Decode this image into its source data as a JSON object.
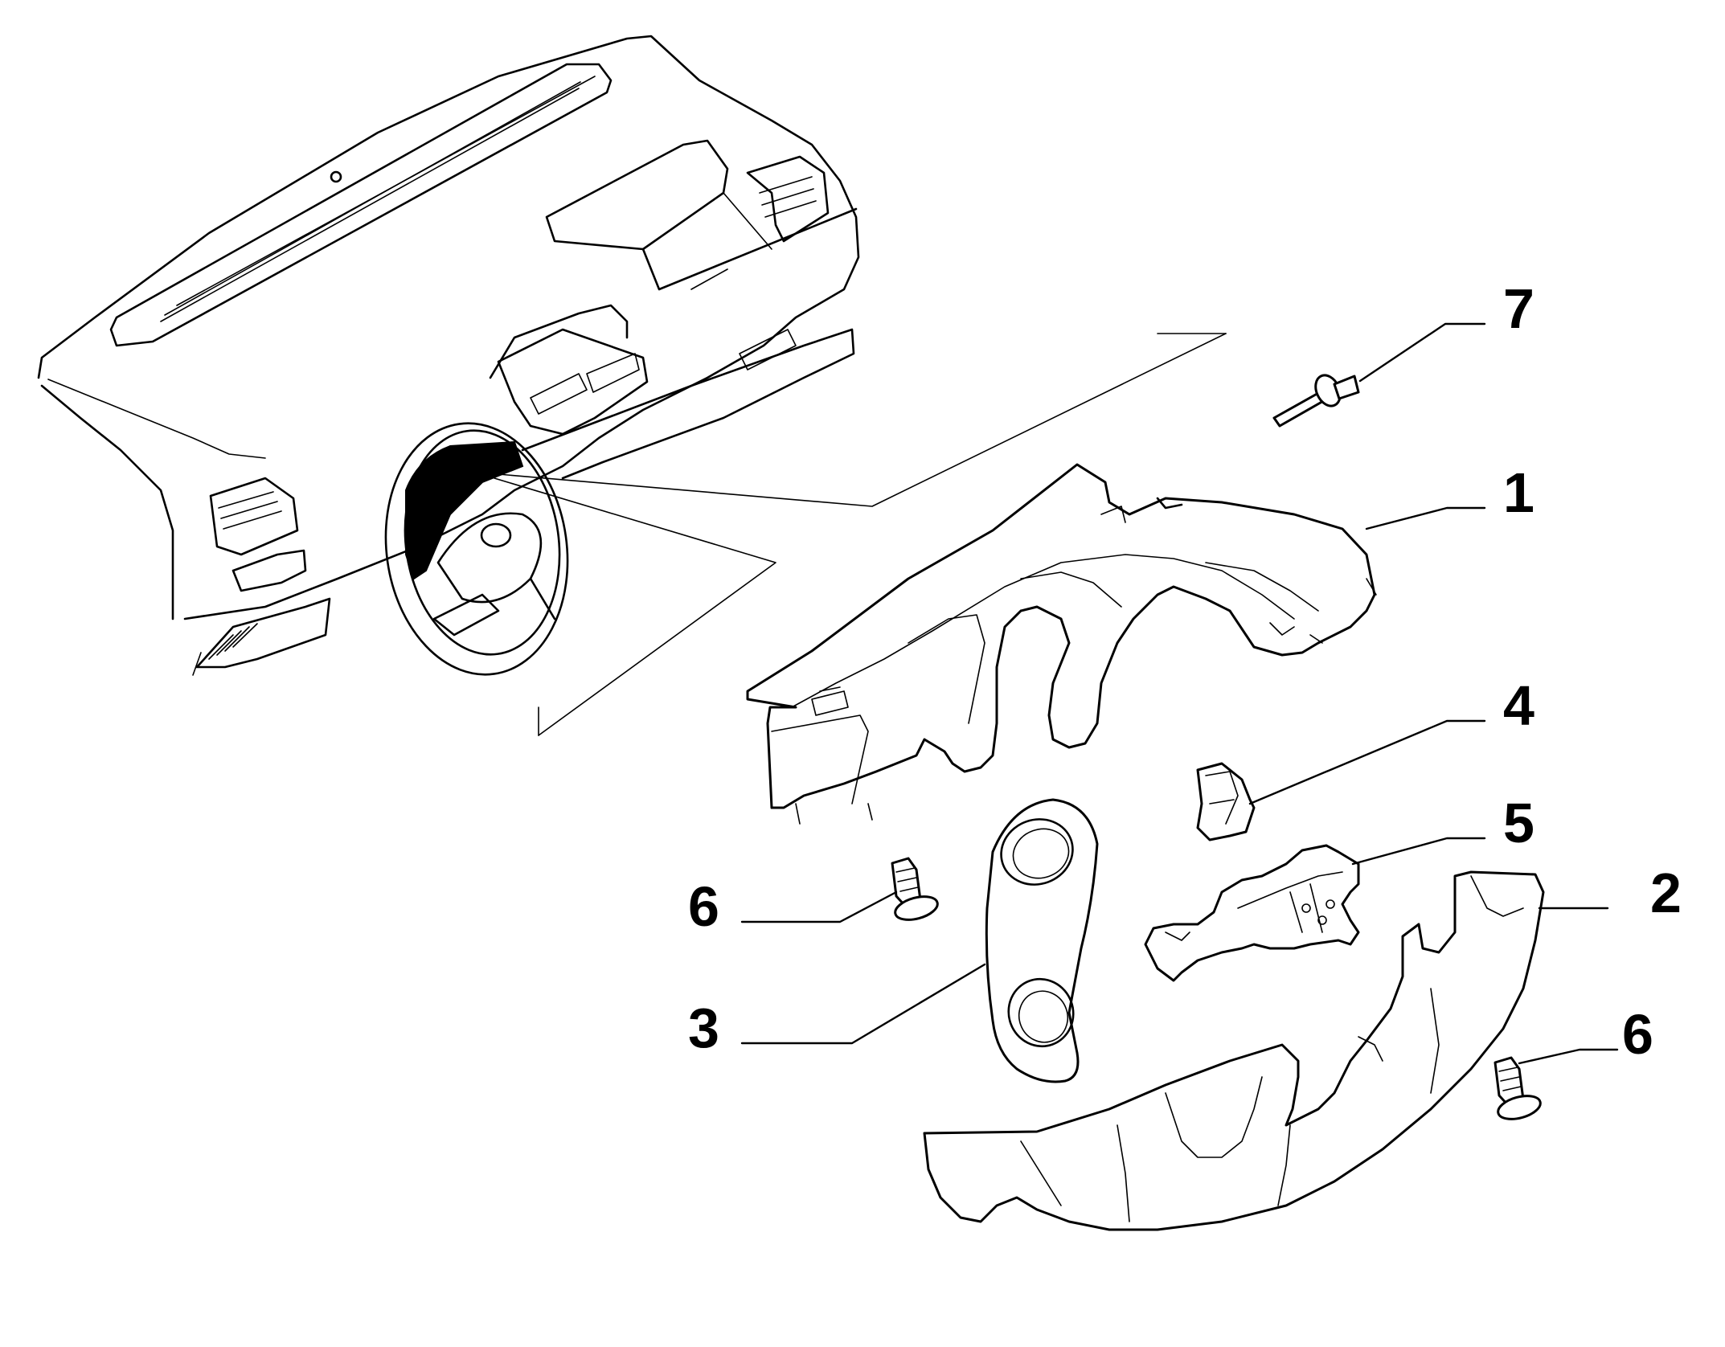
{
  "callouts": [
    {
      "id": "7",
      "label": "7"
    },
    {
      "id": "1",
      "label": "1"
    },
    {
      "id": "4",
      "label": "4"
    },
    {
      "id": "5",
      "label": "5"
    },
    {
      "id": "2",
      "label": "2"
    },
    {
      "id": "6a",
      "label": "6"
    },
    {
      "id": "3",
      "label": "3"
    },
    {
      "id": "6b",
      "label": "6"
    }
  ]
}
